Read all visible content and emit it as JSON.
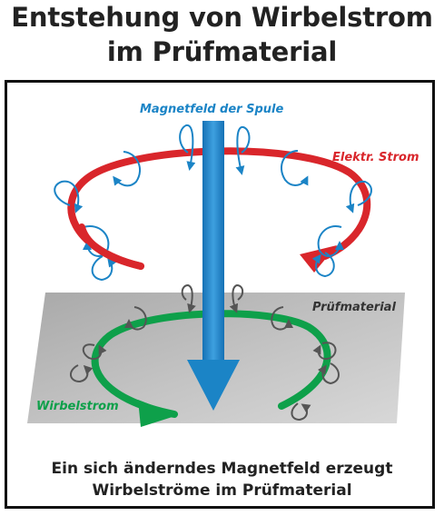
{
  "title": {
    "line1": "Entstehung von Wirbelstrom",
    "line2": "im Prüfmaterial"
  },
  "labels": {
    "magnetic_field": "Magnetfeld der Spule",
    "electric_current": "Elektr. Strom",
    "test_material": "Prüfmaterial",
    "eddy_current": "Wirbelstrom"
  },
  "caption": {
    "line1": "Ein sich änderndes Magnetfeld erzeugt",
    "line2": "Wirbelströme im Prüfmaterial"
  },
  "colors": {
    "coil_current": "#d9262b",
    "magnetic_field": "#1b84c6",
    "eddy_current": "#0ea04a",
    "plate": "#b3b3b3",
    "eddy_field": "#555555"
  }
}
